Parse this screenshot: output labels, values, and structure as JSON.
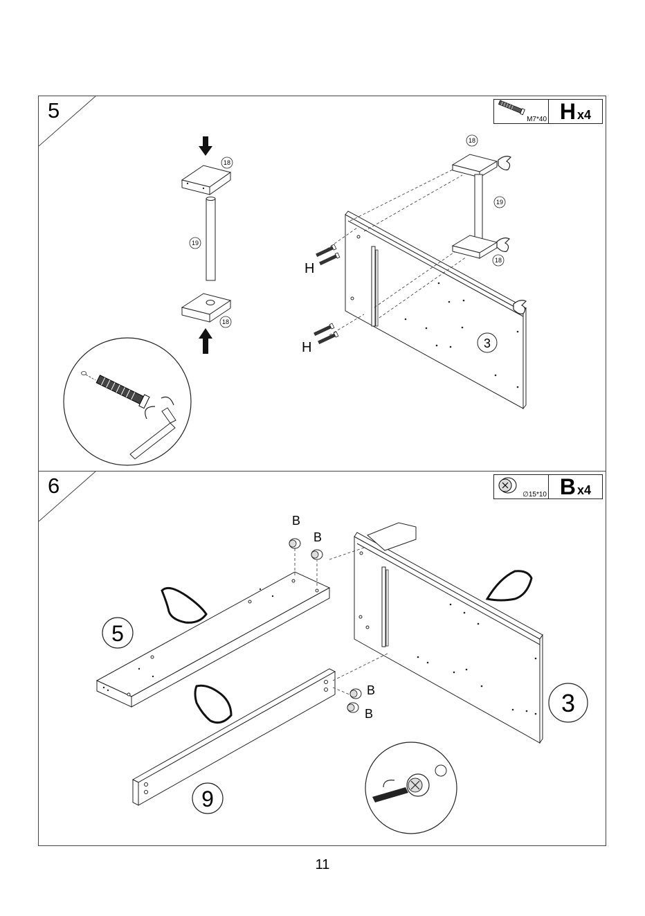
{
  "page_number": "11",
  "steps": [
    {
      "number": "5",
      "hardware": {
        "spec": "M7*40",
        "letter": "H",
        "count": "x4"
      },
      "part_labels": {
        "top_plate": "18",
        "post": "19",
        "bottom_plate": "18",
        "panel_top": "18",
        "panel_post": "19",
        "panel_bottom": "18",
        "panel": "3"
      },
      "screw_labels": [
        "H",
        "H"
      ]
    },
    {
      "number": "6",
      "hardware": {
        "spec": "∅15*10",
        "letter": "B",
        "count": "x4"
      },
      "part_labels": {
        "panel_5": "5",
        "panel_3": "3",
        "panel_9": "9"
      },
      "cam_labels": [
        "B",
        "B",
        "B",
        "B"
      ]
    }
  ]
}
